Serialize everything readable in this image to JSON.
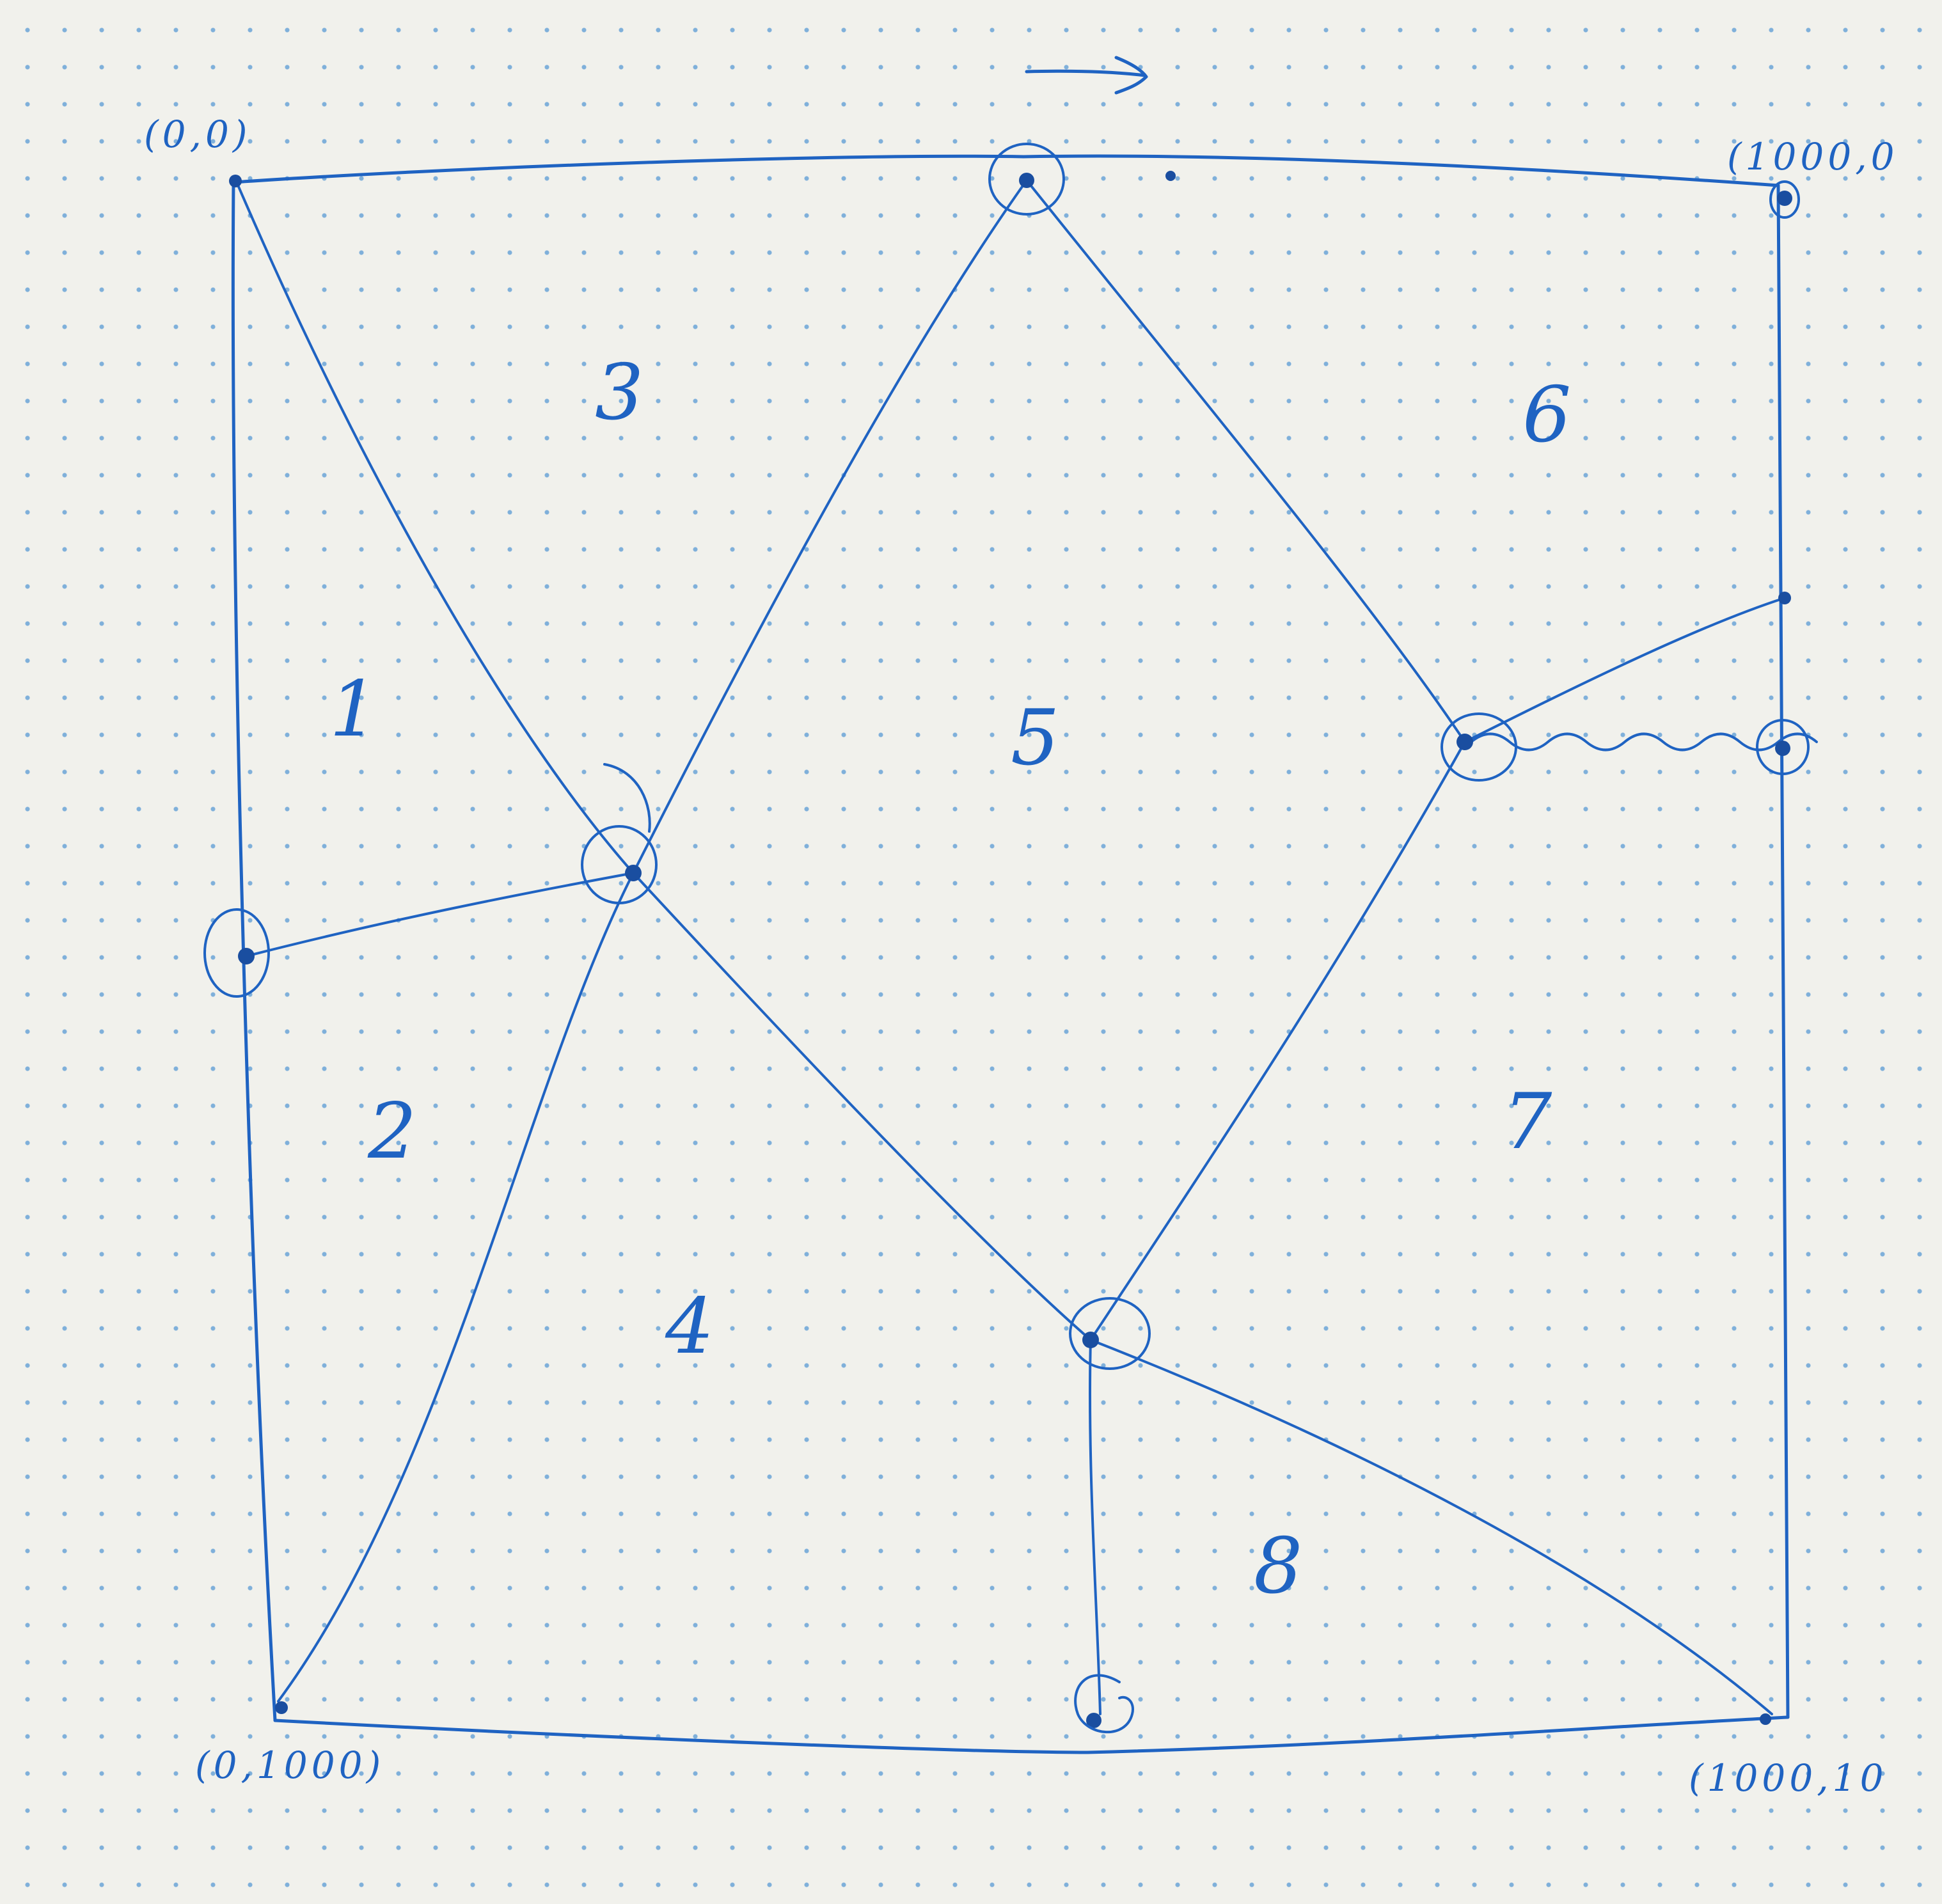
{
  "diagram": {
    "colors": {
      "ink": "#1f63c2",
      "paper": "#f1f1ec",
      "grid_dot": "#7fb0da"
    },
    "corner_labels": {
      "top_left": "(0,0)",
      "top_right": "(1000,0",
      "bottom_left": "(0,1000)",
      "bottom_right": "(1000,10"
    },
    "regions": [
      "1",
      "2",
      "3",
      "4",
      "5",
      "6",
      "7",
      "8"
    ],
    "direction_mark": "arrow-right"
  }
}
